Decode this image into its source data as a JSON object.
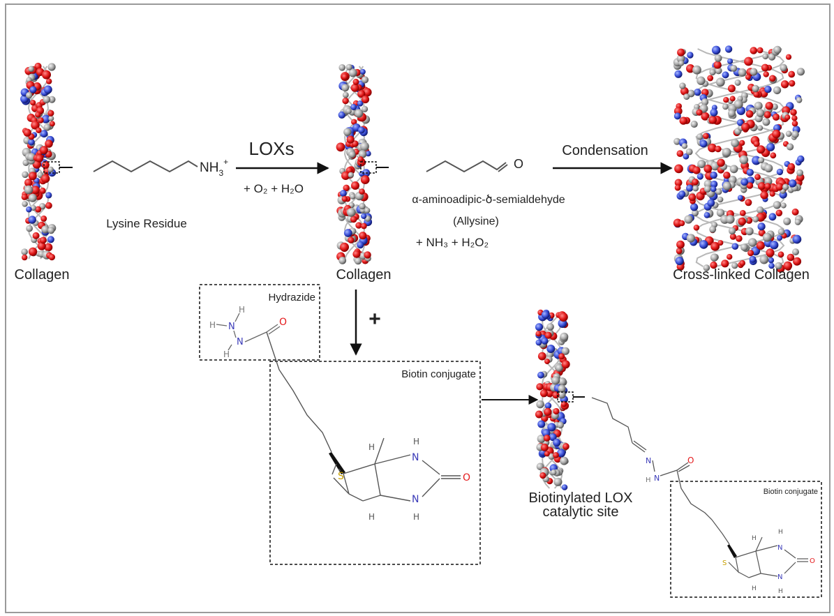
{
  "labels": {
    "collagen_left": "Collagen",
    "lysine_residue": "Lysine Residue",
    "lysine_group": "NH",
    "lysine_sub": "3",
    "lysine_sup": "+",
    "loxs": "LOXs",
    "reagents_1": "+ O₂ + H₂O",
    "collagen_middle": "Collagen",
    "aldehyde_o": "O",
    "allysine_full": "α-aminoadipic-ծ-semialdehyde",
    "allysine": "(Allysine)",
    "byproducts": "+ NH₃ + H₂O₂",
    "condensation": "Condensation",
    "crosslinked": "Cross-linked Collagen",
    "plus": "+",
    "hydrazide": "Hydrazide",
    "biotin_conjugate_1": "Biotin conjugate",
    "biotinylated_line1": "Biotinylated LOX",
    "biotinylated_line2": "catalytic site",
    "biotin_conjugate_2": "Biotin conjugate"
  },
  "atoms": {
    "H": "H",
    "N": "N",
    "O": "O",
    "S": "S"
  },
  "colors": {
    "oxygen": "#e41a1c",
    "nitrogen": "#3a3ab8",
    "sulfur": "#c8a000",
    "carbon": "#8c8c8c",
    "arrow": "#111111",
    "frame": "#9a9a9a"
  }
}
